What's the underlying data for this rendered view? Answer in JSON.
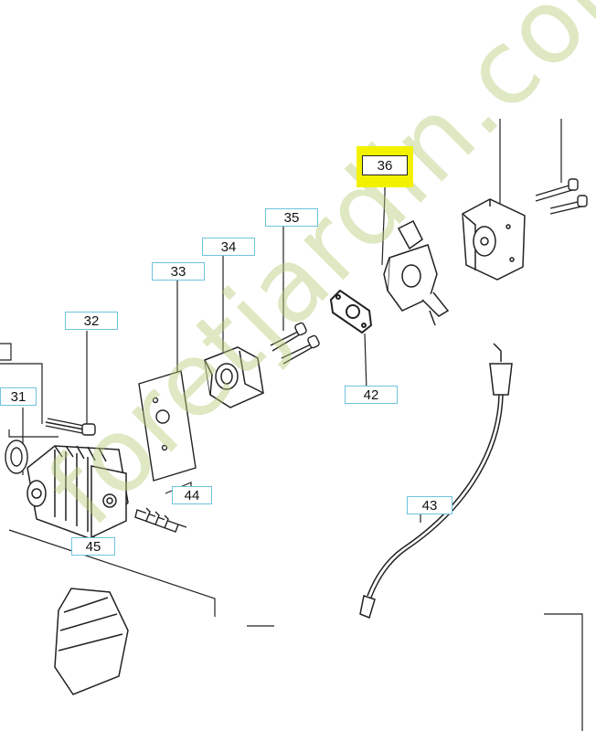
{
  "diagram": {
    "callouts": {
      "c31": "31",
      "c32": "32",
      "c33": "33",
      "c34": "34",
      "c35": "35",
      "c36": "36",
      "c42": "42",
      "c43": "43",
      "c44": "44",
      "c45": "45"
    },
    "highlight_color": "#f2f200",
    "callout_border_color": "#6fc3de"
  },
  "watermark": {
    "text": "foretjardin.com",
    "color": "#b5cc78"
  }
}
